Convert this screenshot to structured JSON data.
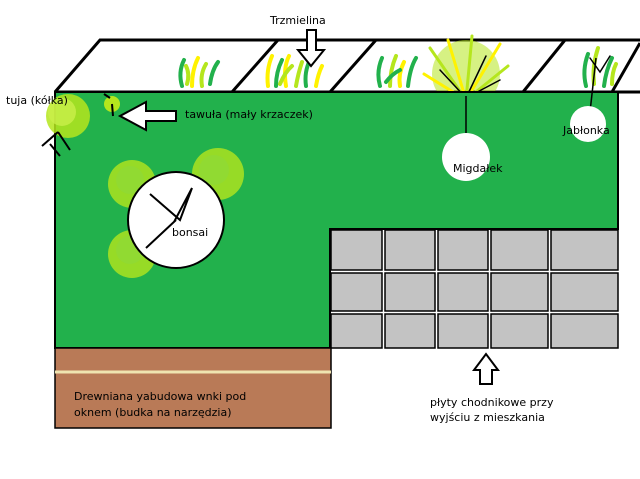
{
  "labels": {
    "trzmielina": "Trzmielina",
    "tuja": "tuja (kółka)",
    "tawula": "tawuła (mały krzaczek)",
    "jablonka": "Jabłonka",
    "migdalek": "Migdałek",
    "bonsai": "bonsai",
    "budka_line1": "Drewniana yabudowa wnki pod",
    "budka_line2": "oknem (budka na narzędzia)",
    "plyty_line1": "płyty chodnikowe przy",
    "plyty_line2": "wyjściu z mieszkania"
  },
  "colors": {
    "grass": "#22b14c",
    "foliage_light": "#b5e61d",
    "foliage_yellow": "#fff200",
    "wood": "#b97a57",
    "wood_line": "#efe4b0",
    "tile": "#c3c3c3",
    "outline": "#000000"
  }
}
